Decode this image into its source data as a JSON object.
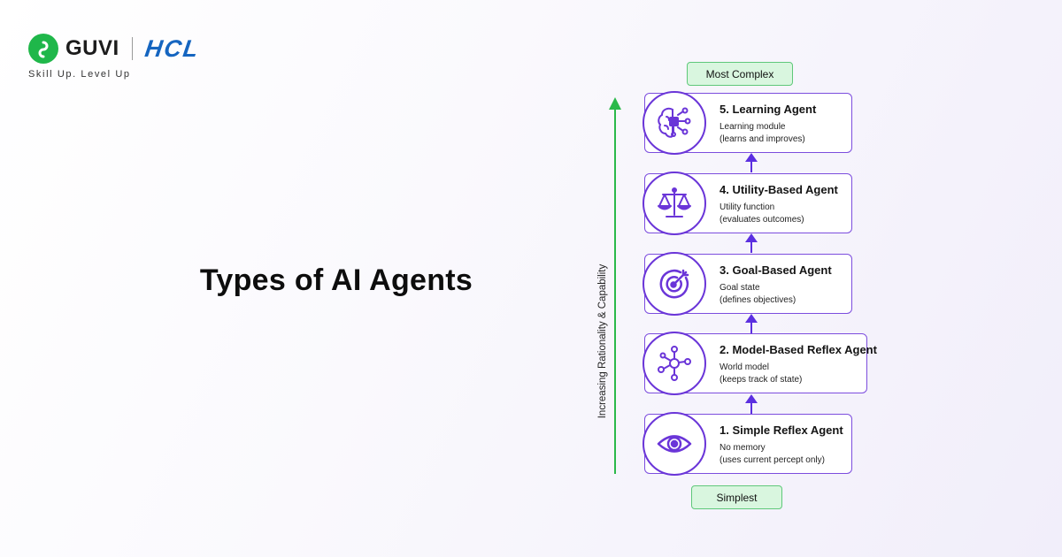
{
  "brand": {
    "guvi": "GUVI",
    "hcl": "HCL",
    "tagline": "Skill Up. Level Up"
  },
  "title": "Types of AI Agents",
  "diagram": {
    "top_label": "Most Complex",
    "bottom_label": "Simplest",
    "axis_label": "Increasing Rationality & Capability",
    "agents": [
      {
        "title": "5. Learning Agent",
        "desc1": "Learning module",
        "desc2": "(learns and improves)",
        "icon": "brain-chip-icon"
      },
      {
        "title": "4. Utility-Based Agent",
        "desc1": "Utility function",
        "desc2": "(evaluates outcomes)",
        "icon": "scales-icon"
      },
      {
        "title": "3. Goal-Based Agent",
        "desc1": "Goal state",
        "desc2": "(defines objectives)",
        "icon": "target-icon"
      },
      {
        "title": "2. Model-Based Reflex Agent",
        "desc1": "World model",
        "desc2": "(keeps track of state)",
        "icon": "network-icon"
      },
      {
        "title": "1. Simple Reflex Agent",
        "desc1": "No memory",
        "desc2": "(uses current percept only)",
        "icon": "eye-icon"
      }
    ]
  },
  "colors": {
    "accent_purple": "#6a35d8",
    "axis_green": "#2bb94a",
    "pill_fill": "#d9f6df",
    "guvi_green": "#1fb74a",
    "hcl_blue": "#1565c0"
  }
}
